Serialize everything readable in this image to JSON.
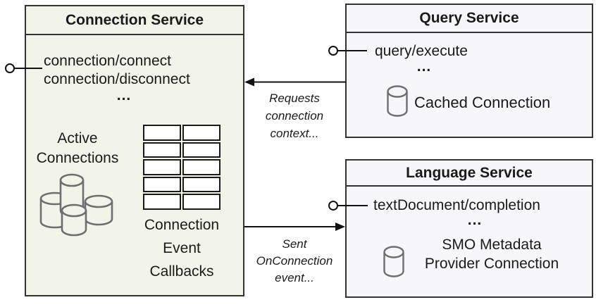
{
  "connection_service": {
    "title": "Connection Service",
    "methods": [
      "connection/connect",
      "connection/disconnect"
    ],
    "ellipsis": "...",
    "active_connections_label": "Active Connections",
    "callbacks_label": "Connection Event Callbacks"
  },
  "query_service": {
    "title": "Query Service",
    "method": "query/execute",
    "ellipsis": "...",
    "cached_connection_label": "Cached Connection"
  },
  "language_service": {
    "title": "Language Service",
    "method": "textDocument/completion",
    "ellipsis": "...",
    "smo_connection_label": "SMO Metadata Provider Connection"
  },
  "annotations": {
    "requests": "Requests connection context...",
    "sent": "Sent OnConnection event..."
  },
  "icons": {
    "connection_cluster": "database-cluster-icon",
    "cached": "database-icon",
    "smo": "database-icon"
  },
  "colors": {
    "connection_box_fill": "#f2f4ea",
    "service_box_fill": "#f7f7f9",
    "box_border": "#333333",
    "text": "#1a1a1a",
    "connector": "#111111",
    "cylinder_stroke": "#6e6e6e",
    "table_cell_fill": "#ffffff"
  }
}
